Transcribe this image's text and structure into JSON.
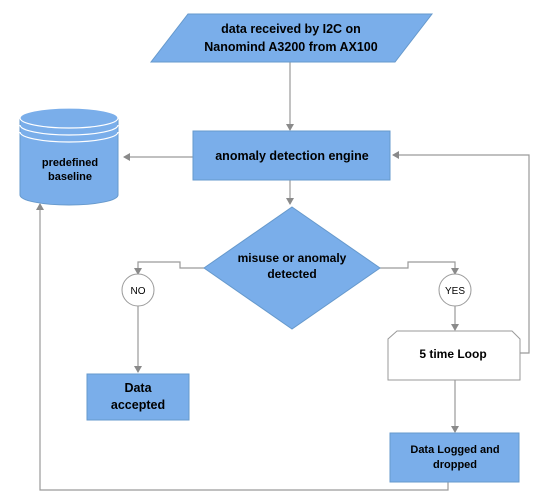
{
  "input": {
    "line1": "data received by I2C on",
    "line2": "Nanomind A3200 from AX100"
  },
  "baseline": {
    "line1": "predefined",
    "line2": "baseline"
  },
  "engine": {
    "label": "anomaly detection engine"
  },
  "decision": {
    "line1": "misuse or anomaly",
    "line2": "detected"
  },
  "no_label": "NO",
  "yes_label": "YES",
  "loop": {
    "label": "5 time Loop"
  },
  "accepted": {
    "line1": "Data",
    "line2": "accepted"
  },
  "logged": {
    "line1": "Data Logged and",
    "line2": "dropped"
  },
  "colors": {
    "fill": "#7aaeea",
    "stroke": "#6699cc",
    "line": "#999999"
  }
}
